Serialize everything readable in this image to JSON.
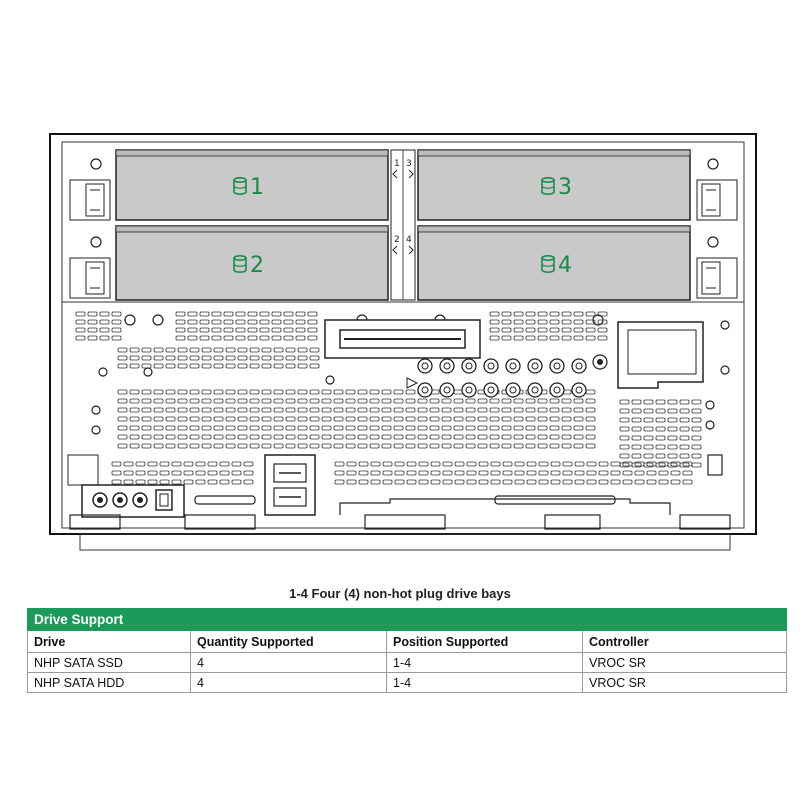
{
  "bays": [
    {
      "id": "bay-1",
      "label": "1"
    },
    {
      "id": "bay-2",
      "label": "2"
    },
    {
      "id": "bay-3",
      "label": "3"
    },
    {
      "id": "bay-4",
      "label": "4"
    }
  ],
  "bay_icon": "drive-icon",
  "center_labels": [
    "1",
    "3",
    "2",
    "4"
  ],
  "caption": "1-4 Four (4) non-hot plug drive bays",
  "table": {
    "title": "Drive Support",
    "columns": [
      "Drive",
      "Quantity Supported",
      "Position Supported",
      "Controller"
    ],
    "rows": [
      [
        "NHP SATA SSD",
        "4",
        "1-4",
        "VROC SR"
      ],
      [
        "NHP SATA HDD",
        "4",
        "1-4",
        "VROC SR"
      ]
    ]
  },
  "colors": {
    "accent": "#1b9a5a",
    "bay_label": "#1a8a4a",
    "bay_fill": "#c9c9c9"
  }
}
